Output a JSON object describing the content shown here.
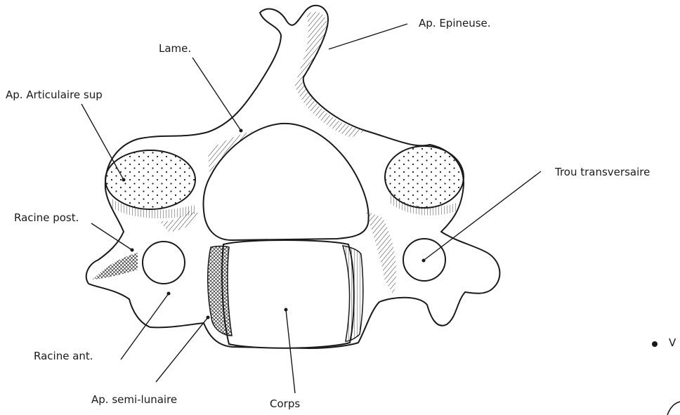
{
  "figure": {
    "labels": {
      "spinous_process": "Ap. Epineuse.",
      "lamina": "Lame.",
      "superior_articular": "Ap. Articulaire sup",
      "transverse_foramen": "Trou transversaire",
      "posterior_root": "Racine post.",
      "anterior_root": "Racine ant.",
      "uncinate_process": "Ap. semi-lunaire",
      "body": "Corps",
      "edge_text": "V"
    },
    "colors": {
      "ink": "#1a1a1a",
      "paper": "#ffffff"
    }
  }
}
